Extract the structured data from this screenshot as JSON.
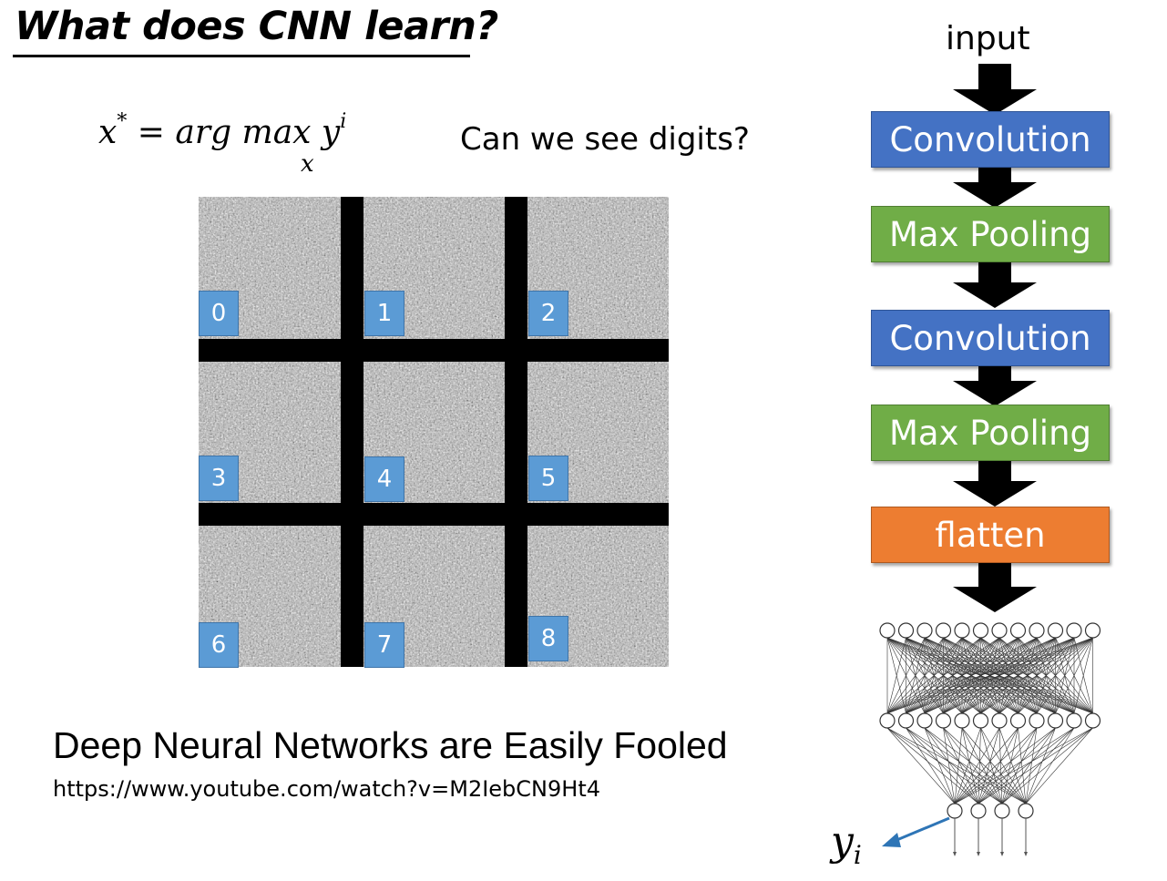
{
  "title": "What does CNN learn?",
  "formula": {
    "lhs": "x",
    "lhs_sup": "*",
    "equals": "=",
    "func": "arg max",
    "func_sub": "x",
    "target": "y",
    "target_sup": "i"
  },
  "question": "Can we see digits?",
  "grid_labels": [
    "0",
    "1",
    "2",
    "3",
    "4",
    "5",
    "6",
    "7",
    "8"
  ],
  "paper_title": "Deep Neural Networks are Easily Fooled",
  "url": "https://www.youtube.com/watch?v=M2IebCN9Ht4",
  "pipeline": {
    "input_label": "input",
    "layers": [
      {
        "label": "Convolution",
        "color": "#4472c4"
      },
      {
        "label": "Max Pooling",
        "color": "#70ad47"
      },
      {
        "label": "Convolution",
        "color": "#4472c4"
      },
      {
        "label": "Max Pooling",
        "color": "#70ad47"
      },
      {
        "label": "flatten",
        "color": "#ed7d31"
      }
    ]
  },
  "output": {
    "symbol": "y",
    "subscript": "i"
  }
}
